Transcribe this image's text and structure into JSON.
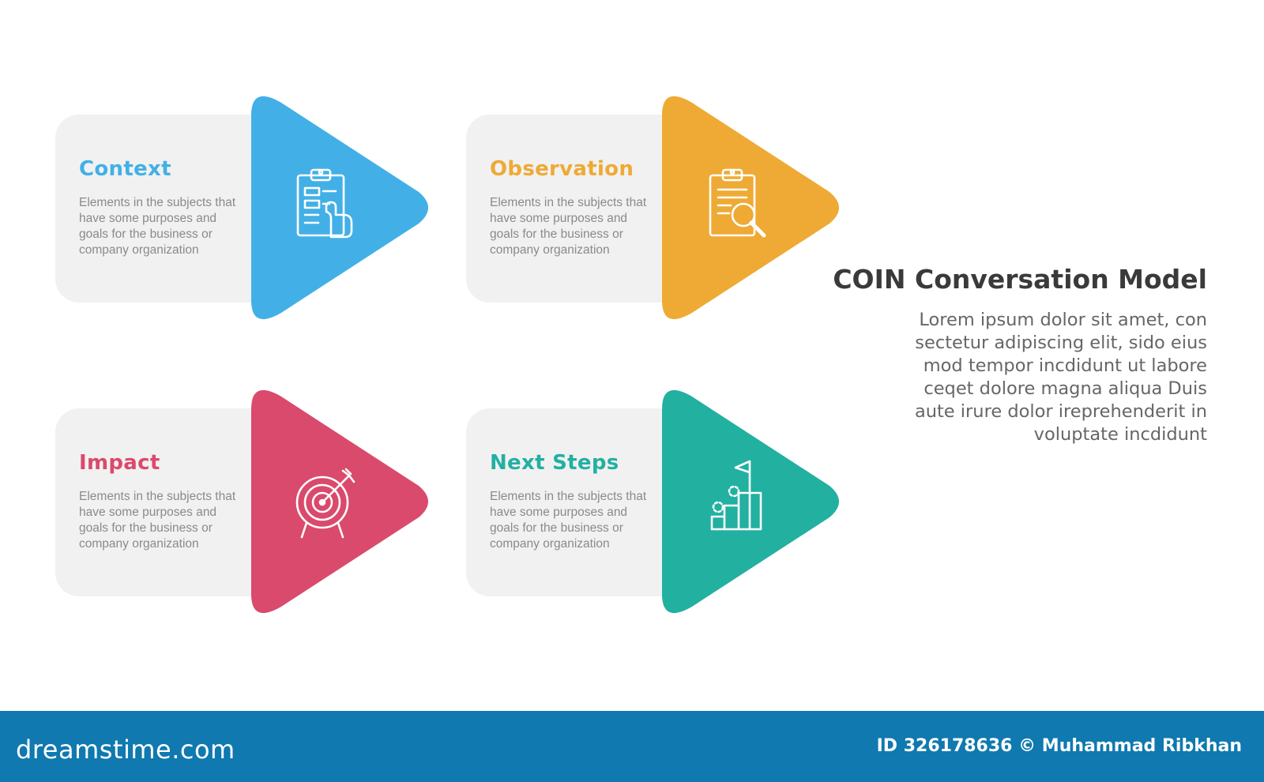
{
  "model": {
    "title": "COIN Conversation Model",
    "description": "Lorem ipsum dolor sit amet, con sectetur adipiscing elit, sido eius mod tempor incdidunt ut labore ceqet dolore magna aliqua Duis aute irure dolor ireprehenderit in voluptate incdidunt"
  },
  "steps": [
    {
      "title": "Context",
      "description": "Elements in the subjects that have some purposes and goals for the  business or company organization",
      "color": "#42b0e6",
      "icon": "clipboard-hand-icon"
    },
    {
      "title": "Observation",
      "description": "Elements in the subjects that have some purposes and goals for the  business or company organization",
      "color": "#eeaa34",
      "icon": "clipboard-magnifier-icon"
    },
    {
      "title": "Impact",
      "description": "Elements in the subjects that have some purposes and goals for the  business or company organization",
      "color": "#da4a6c",
      "icon": "target-arrow-icon"
    },
    {
      "title": "Next Steps",
      "description": "Elements in the subjects that have some purposes and goals for the  business or company organization",
      "color": "#22b0a1",
      "icon": "stairs-flag-icon"
    }
  ],
  "footer": {
    "brand": "dreamstime.com",
    "credit": "ID 326178636 © Muhammad Ribkhan"
  }
}
